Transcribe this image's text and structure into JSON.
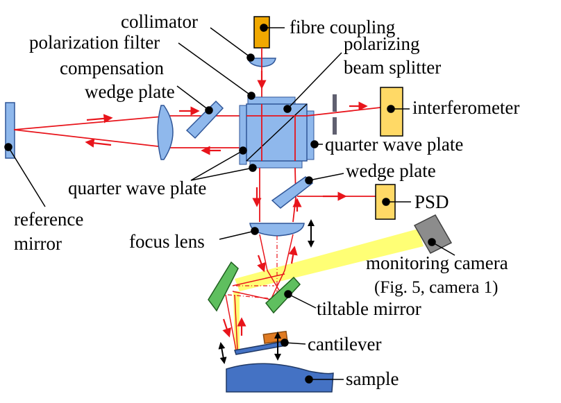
{
  "title": "Optical setup schematic",
  "labels": {
    "collimator": "collimator",
    "fibre_coupling": "fibre coupling",
    "polarization_filter": "polarization filter",
    "pbs_line1": "polarizing",
    "pbs_line2": "beam splitter",
    "compensation_line1": "compensation",
    "compensation_line2": "wedge plate",
    "interferometer": "interferometer",
    "qwp_right": "quarter wave plate",
    "qwp_left": "quarter wave plate",
    "wedge_plate": "wedge plate",
    "psd": "PSD",
    "reference_line1": "reference",
    "reference_line2": "mirror",
    "focus_lens": "focus lens",
    "monitoring_camera": "monitoring camera",
    "fig_ref": "(Fig. 5, camera 1)",
    "tiltable_mirror": "tiltable mirror",
    "cantilever": "cantilever",
    "sample": "sample"
  },
  "colors": {
    "beam": "#e8141b",
    "optic_fill": "#8fb8ec",
    "optic_stroke": "#2f5597",
    "fibre": "#f0a800",
    "interferometer": "#ffd966",
    "camera": "#8c8c8c",
    "monitor_beam": "#ffff66",
    "mirror_green": "#5fbf5f",
    "sample": "#4472c4",
    "cantilever_tip": "#e07b22"
  }
}
